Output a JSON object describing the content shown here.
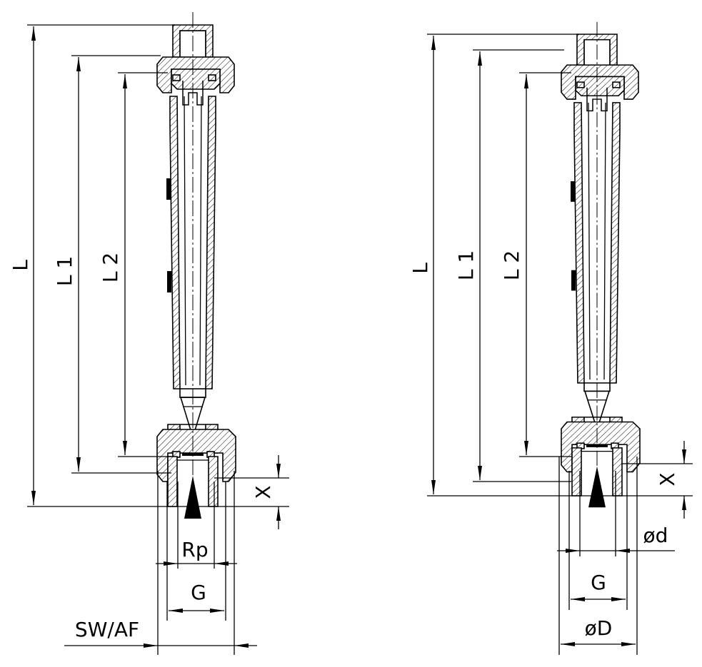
{
  "left_drawing": {
    "labels": {
      "L": "L",
      "L1": "L 1",
      "L2": "L 2",
      "X": "X",
      "Rp": "Rp",
      "G": "G",
      "SW_AF": "SW/AF"
    }
  },
  "right_drawing": {
    "labels": {
      "L": "L",
      "L1": "L 1",
      "L2": "L 2",
      "X": "X",
      "d": "ød",
      "G": "G",
      "D": "øD"
    }
  }
}
